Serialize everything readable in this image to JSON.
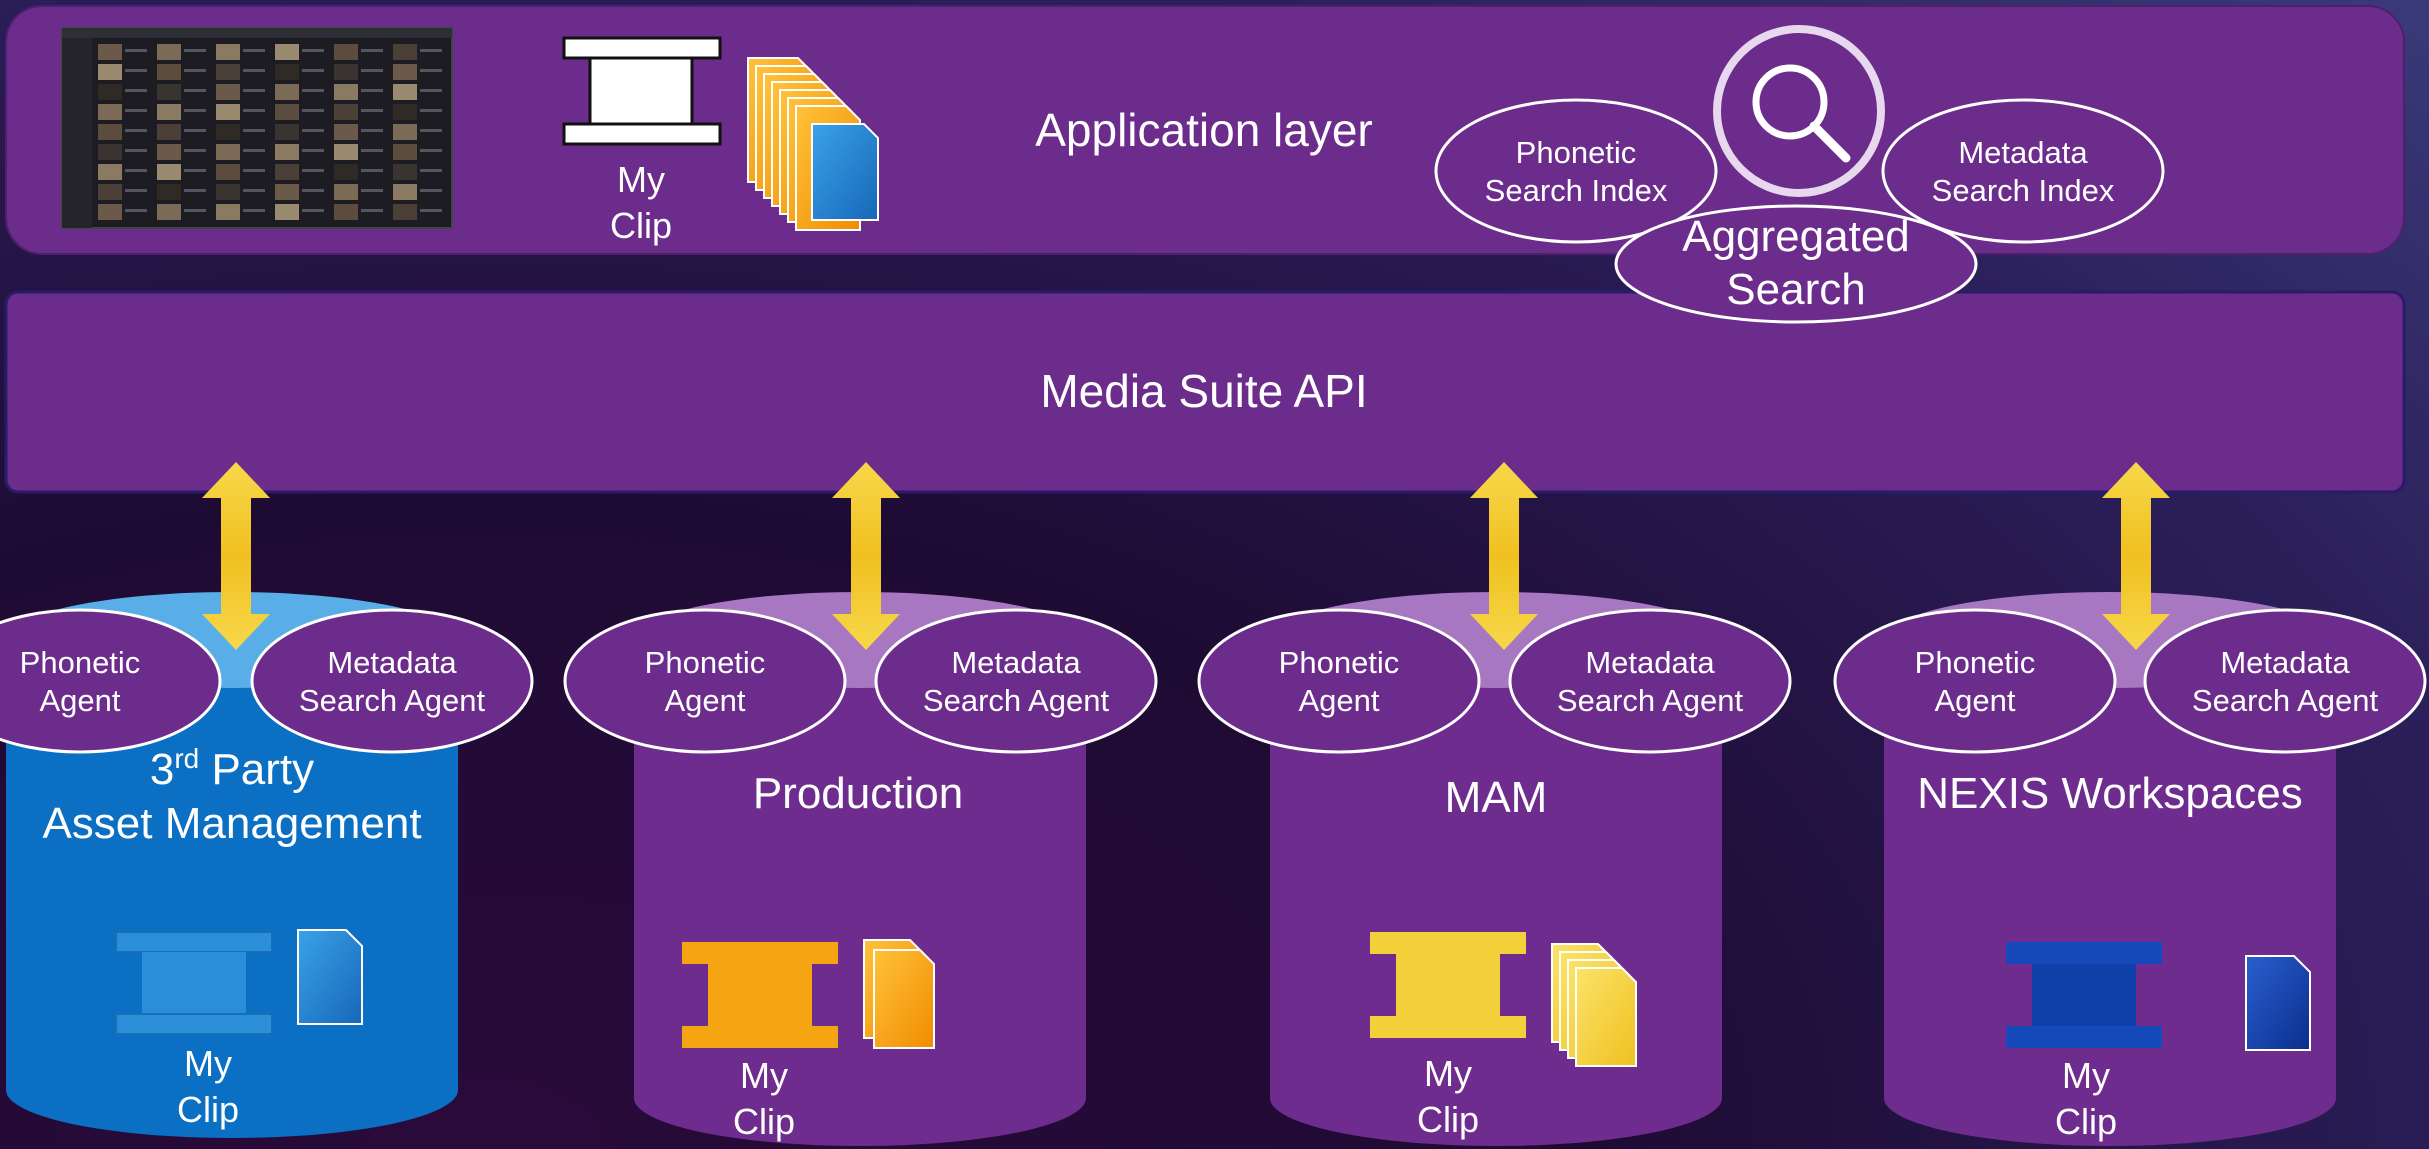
{
  "layers": {
    "application_label": "Application layer",
    "api_label": "Media Suite API"
  },
  "application": {
    "clip_label": [
      "My",
      "Clip"
    ],
    "indexes": {
      "phonetic": [
        "Phonetic",
        "Search Index"
      ],
      "metadata": [
        "Metadata",
        "Search Index"
      ],
      "aggregated": [
        "Aggregated",
        "Search"
      ]
    }
  },
  "repositories": [
    {
      "id": "third-party",
      "name_lines": [
        "3rd Party",
        "Asset Management"
      ],
      "color": "#0b6fc4",
      "asset_color": "#2a8fd8",
      "phonetic_agent": [
        "Phonetic",
        "Agent"
      ],
      "metadata_agent": [
        "Metadata",
        "Search Agent"
      ],
      "clip_label": [
        "My",
        "Clip"
      ]
    },
    {
      "id": "production",
      "name_lines": [
        "Production"
      ],
      "color": "#6e2d8e",
      "asset_color": "#f5a512",
      "phonetic_agent": [
        "Phonetic",
        "Agent"
      ],
      "metadata_agent": [
        "Metadata",
        "Search Agent"
      ],
      "clip_label": [
        "My",
        "Clip"
      ]
    },
    {
      "id": "mam",
      "name_lines": [
        "MAM"
      ],
      "color": "#6e2d8e",
      "asset_color": "#f3cf3a",
      "phonetic_agent": [
        "Phonetic",
        "Agent"
      ],
      "metadata_agent": [
        "Metadata",
        "Search Agent"
      ],
      "clip_label": [
        "My",
        "Clip"
      ]
    },
    {
      "id": "nexis",
      "name_lines": [
        "NEXIS Workspaces"
      ],
      "color": "#6e2d8e",
      "asset_color": "#0f3fa8",
      "phonetic_agent": [
        "Phonetic",
        "Agent"
      ],
      "metadata_agent": [
        "Metadata",
        "Search Agent"
      ],
      "clip_label": [
        "My",
        "Clip"
      ]
    }
  ],
  "colors": {
    "layer_fill": "#6b2c8c",
    "arrow": "#f5cf3a",
    "oval_stroke": "#ffffff"
  }
}
